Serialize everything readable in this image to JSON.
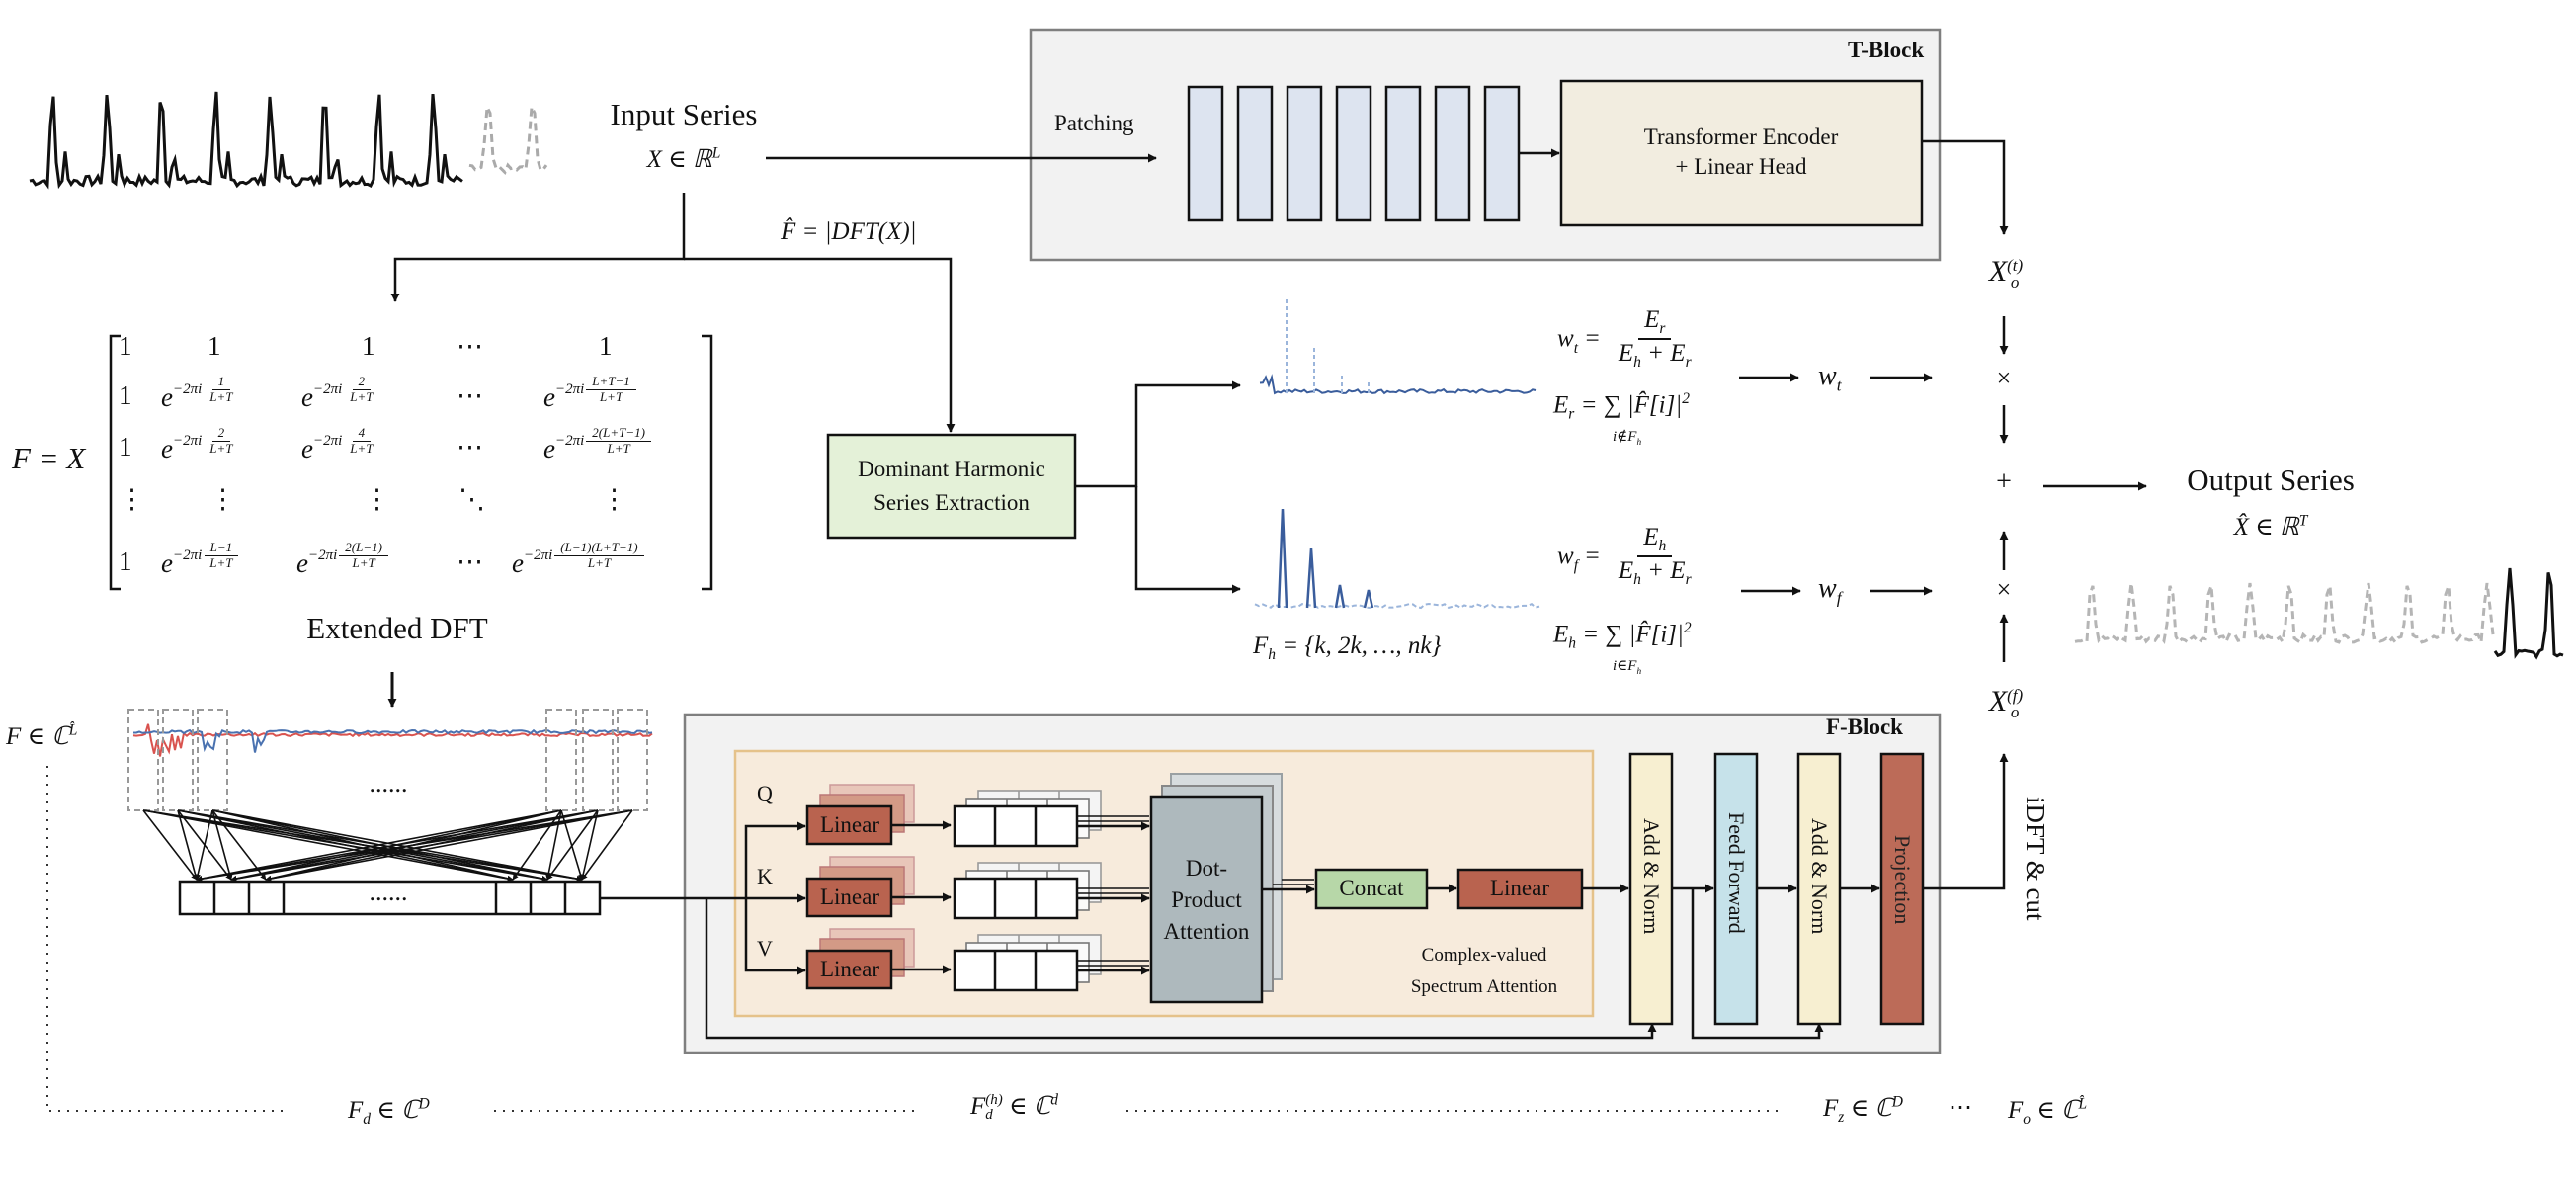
{
  "colors": {
    "panel_bg": "#f2f2f2",
    "panel_border": "#7f7f7f",
    "patch_fill": "#dde4f0",
    "encoder_fill": "#f2ede0",
    "harmonic_fill": "#e4f1d8",
    "attention_panel_fill": "#f7ebdc",
    "attention_panel_border": "#e5c28a",
    "linear_fill": "#b9634f",
    "concat_fill": "#b7d7a8",
    "dot_product_fill": "#aeb9bd",
    "add_norm_fill": "#f7efd1",
    "feed_forward_fill": "#c6e2ea",
    "projection_fill": "#bc6b58",
    "spectrum_blue": "#3a5d9c",
    "spectrum_light_blue": "#9bb5db",
    "spectrum_red": "#d9534f"
  },
  "t_block": {
    "title": "T-Block",
    "patching_label": "Patching",
    "encoder_line1": "Transformer Encoder",
    "encoder_line2": "+ Linear Head"
  },
  "input": {
    "title": "Input Series",
    "formula": "X ∈ ℝ",
    "formula_sup": "L"
  },
  "dft_label": {
    "lhs": "F̂ = |DFT(X)|"
  },
  "matrix": {
    "lhs": "F = X",
    "caption": "Extended DFT",
    "row1": [
      "1",
      "1",
      "1",
      "⋯",
      "1"
    ],
    "dots_row": [
      "⋮",
      "⋮",
      "⋮",
      "⋱",
      "⋮"
    ],
    "exp_base": "e",
    "entries": {
      "r2c2": "−2πi",
      "r2c2n": "1",
      "r2c3n": "2",
      "r2c5n": "L+T−1",
      "r3c2n": "2",
      "r3c3n": "4",
      "r3c5n": "2(L+T−1)",
      "r5c2n": "L−1",
      "r5c3n": "2(L−1)",
      "r5c5n": "(L−1)(L+T−1)",
      "den": "L+T"
    }
  },
  "harmonic": {
    "line1": "Dominant Harmonic",
    "line2": "Series Extraction"
  },
  "fh": {
    "text": "F",
    "sub": "h",
    "rhs": " = {k, 2k, …, nk}"
  },
  "weights": {
    "wt_lhs": "w",
    "wt_sub": "t",
    "wt_num_sym": "E",
    "wt_num_sub": "r",
    "wt_den": "E",
    "wt_den_sub1": "h",
    "wt_den_plus": " + E",
    "wt_den_sub2": "r",
    "er_lhs": "E",
    "er_sub": "r",
    "er_rhs": "= ∑ |F̂[i]|",
    "er_sum_sub": "i∉F",
    "er_sum_sub2": "h",
    "sq": "2",
    "wf_lhs": "w",
    "wf_sub": "f",
    "wf_num_sym": "E",
    "wf_num_sub": "h",
    "eh_lhs": "E",
    "eh_sub": "h",
    "eh_rhs": "= ∑ |F̂[i]|",
    "eh_sum_sub": "i∈F",
    "eh_sum_sub2": "h",
    "wt_out": "w",
    "wt_out_sub": "t",
    "wf_out": "w",
    "wf_out_sub": "f"
  },
  "fusion": {
    "xt": "X",
    "xt_sub": "o",
    "xt_sup": "(t)",
    "xf": "X",
    "xf_sub": "o",
    "xf_sup": "(f)",
    "times": "×",
    "plus": "+"
  },
  "output": {
    "title": "Output Series",
    "formula": "X̂ ∈ ℝ",
    "formula_sup": "T"
  },
  "f_block": {
    "title": "F-Block",
    "q": "Q",
    "k": "K",
    "v": "V",
    "linear": "Linear",
    "dot_product_1": "Dot-",
    "dot_product_2": "Product",
    "dot_product_3": "Attention",
    "concat": "Concat",
    "linear_out": "Linear",
    "attention_caption_1": "Complex-valued",
    "attention_caption_2": "Spectrum Attention",
    "add_norm_1": "Add & Norm",
    "feed_forward": "Feed Forward",
    "add_norm_2": "Add & Norm",
    "projection": "Projection",
    "idft": "iDFT & cut"
  },
  "complex_f": {
    "text": "F ∈ ℂ",
    "sup": "L̂"
  },
  "ellipsis": "......",
  "bottom": {
    "fd": "F",
    "fd_sub": "d",
    "fd_rhs": " ∈ ℂ",
    "fd_sup": "D",
    "fdh": "F",
    "fdh_sub": "d",
    "fdh_sup_h": "(h)",
    "fdh_rhs": " ∈ ℂ",
    "fdh_sup": "d",
    "fz": "F",
    "fz_sub": "z",
    "fz_rhs": " ∈ ℂ",
    "fz_sup": "D",
    "fo": "F",
    "fo_sub": "o",
    "fo_rhs": " ∈ ℂ",
    "fo_sup": "L̂",
    "dots": "⋯"
  }
}
